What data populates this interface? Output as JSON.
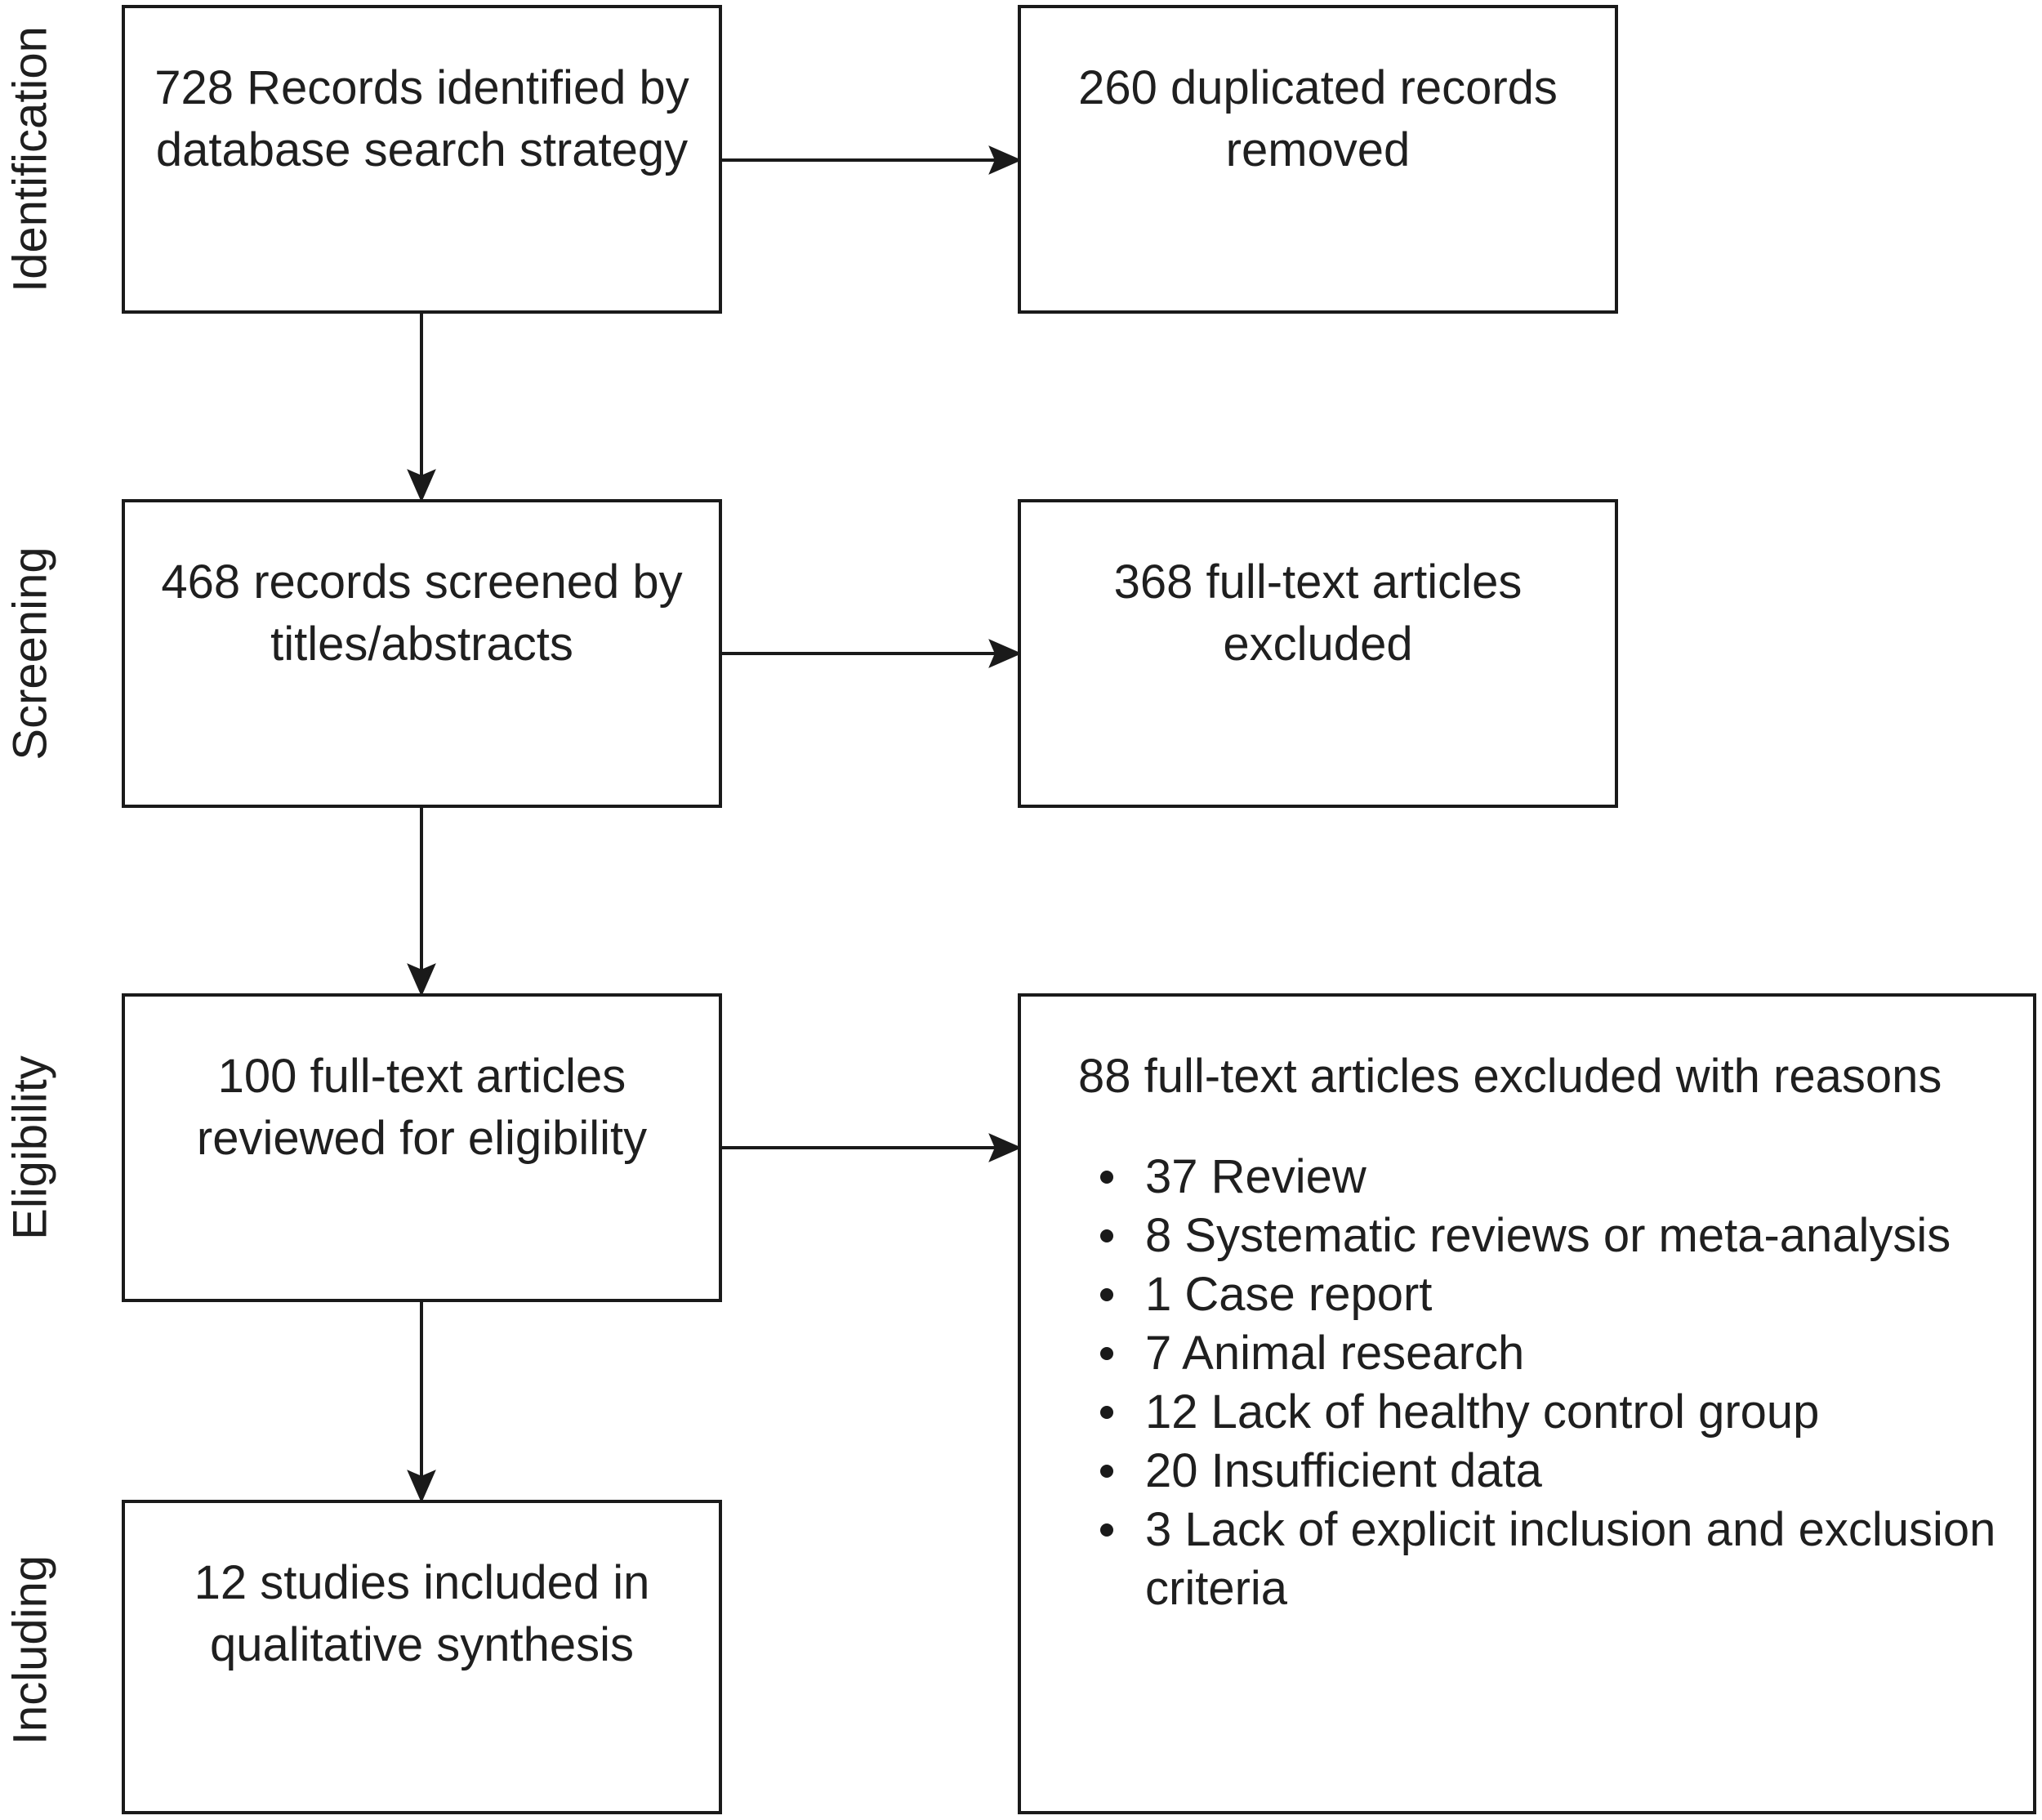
{
  "stages": {
    "identification": "Identification",
    "screening": "Screening",
    "eligibility": "Eligibility",
    "including": "Including"
  },
  "boxes": {
    "identified": {
      "line1": "728 Records identified by",
      "line2": "database search strategy"
    },
    "duplicates": {
      "line1": "260 duplicated records",
      "line2": "removed"
    },
    "screened": {
      "line1": "468 records screened by",
      "line2": "titles/abstracts"
    },
    "excluded_screen": {
      "line1": "368 full-text articles",
      "line2": "excluded"
    },
    "eligibility": {
      "line1": "100 full-text articles",
      "line2": "reviewed for eligibility"
    },
    "included": {
      "line1": "12 studies included in",
      "line2": "qualitative synthesis"
    }
  },
  "reasons": {
    "title": "88 full-text articles excluded with reasons",
    "items": [
      "37 Review",
      "8 Systematic reviews or meta-analysis",
      "1 Case report",
      "7 Animal research",
      "12 Lack of healthy control group",
      "20 Insufficient data",
      "3 Lack of explicit inclusion and exclusion criteria"
    ]
  }
}
